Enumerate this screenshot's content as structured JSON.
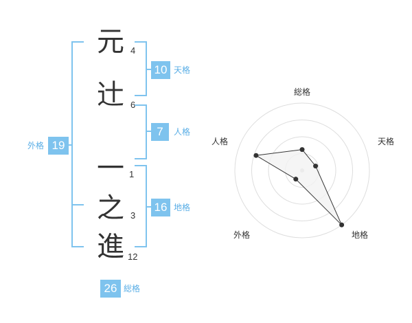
{
  "colors": {
    "accent": "#7ec3ee",
    "accent_text": "#5aaee6",
    "text": "#333333",
    "ring": "#dddddd",
    "fill": "#f2f2f2"
  },
  "name_chars": [
    {
      "char": "元",
      "strokes": "4"
    },
    {
      "char": "辻",
      "strokes": "6"
    },
    {
      "char": "一",
      "strokes": "1"
    },
    {
      "char": "之",
      "strokes": "3"
    },
    {
      "char": "進",
      "strokes": "12"
    }
  ],
  "fortunes": {
    "tenkaku": {
      "value": "10",
      "label": "天格"
    },
    "jinkaku": {
      "value": "7",
      "label": "人格"
    },
    "chikaku": {
      "value": "16",
      "label": "地格"
    },
    "gaikaku": {
      "value": "19",
      "label": "外格"
    },
    "soukaku": {
      "value": "26",
      "label": "総格"
    }
  },
  "chart_data": {
    "type": "radar",
    "axes": [
      "総格",
      "天格",
      "地格",
      "外格",
      "人格"
    ],
    "values": [
      0.31,
      0.21,
      1.0,
      0.16,
      0.72
    ],
    "rings": 4,
    "range": [
      0,
      1
    ]
  }
}
